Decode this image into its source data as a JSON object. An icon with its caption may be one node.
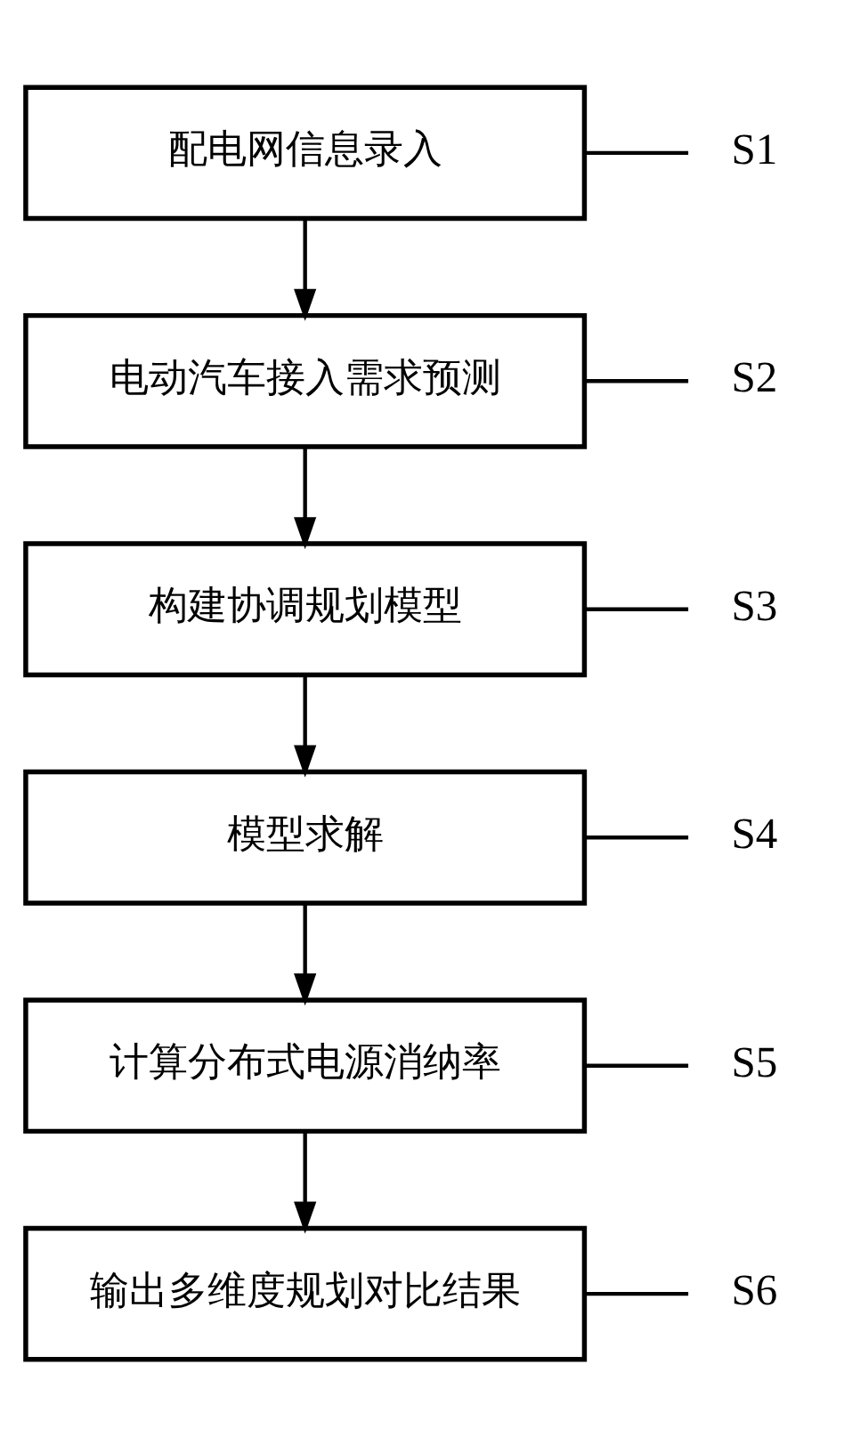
{
  "diagram": {
    "nodes": [
      {
        "text": [
          "配电网信息录入"
        ]
      },
      {
        "text": [
          "S1"
        ]
      },
      {
        "text": [
          "电动汽车接入需求预测"
        ]
      },
      {
        "text": [
          "S2"
        ]
      },
      {
        "text": [
          "构建协调规划模型"
        ]
      },
      {
        "text": [
          "S3"
        ]
      },
      {
        "text": [
          "模型求解"
        ]
      },
      {
        "text": [
          "S4"
        ]
      },
      {
        "text": [
          "计算分布式电源消纳率"
        ]
      },
      {
        "text": [
          "S5"
        ]
      },
      {
        "text": [
          "输出多维度规划对比结果"
        ]
      },
      {
        "text": [
          "S6"
        ]
      }
    ],
    "edges": [
      {
        "from": 0,
        "to": 2,
        "arrow": "to"
      },
      {
        "from": 2,
        "to": 4,
        "arrow": "to"
      },
      {
        "from": 4,
        "to": 6,
        "arrow": "to"
      },
      {
        "from": 6,
        "to": 8,
        "arrow": "to"
      },
      {
        "from": 8,
        "to": 10,
        "arrow": "to"
      },
      {
        "from": 1,
        "to": 0,
        "arrow": "none"
      },
      {
        "from": 3,
        "to": 2,
        "arrow": "none"
      },
      {
        "from": 5,
        "to": 4,
        "arrow": "none"
      },
      {
        "from": 7,
        "to": 6,
        "arrow": "none"
      },
      {
        "from": 9,
        "to": 8,
        "arrow": "none"
      },
      {
        "from": 11,
        "to": 10,
        "arrow": "none"
      }
    ]
  }
}
